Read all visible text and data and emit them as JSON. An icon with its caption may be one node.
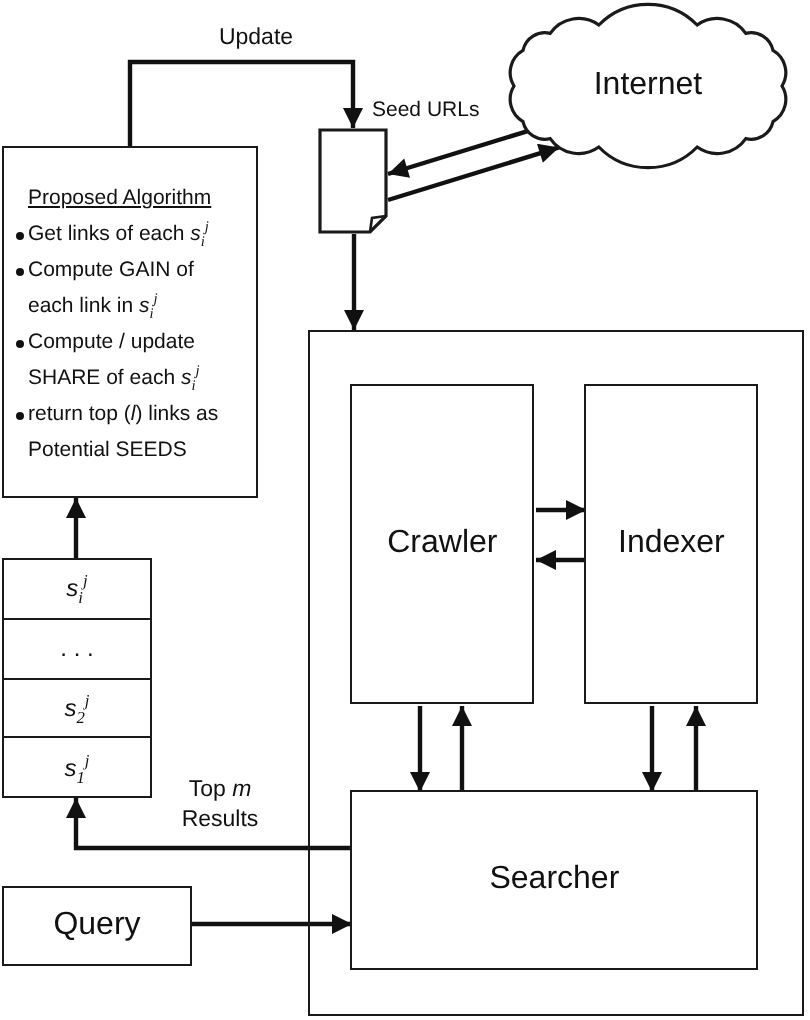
{
  "diagram": {
    "nodes": [
      {
        "text": [
          "Proposed Algorithm",
          "Get links of each *s*$_{i}$$^{j}$",
          "Compute GAIN of each link in *s*$_{i}$$^{j}$",
          "Compute / update SHARE of each *s*$_{i}$$^{j}$",
          "return top (*l*) links as Potential SEEDS"
        ]
      },
      {
        "text": [],
        "shape": "document",
        "beside": [
          "Seed URLs"
        ]
      },
      {
        "text": [
          "Internet"
        ]
      },
      {
        "text": [],
        "shape": "box"
      },
      {
        "text": [
          "Crawler"
        ],
        "in": 3
      },
      {
        "text": [
          "Indexer"
        ],
        "in": 3
      },
      {
        "text": [
          "Searcher"
        ],
        "in": 3
      },
      {
        "text": [
          "*s*$_{i}$$^{j}$",
          ". . .",
          "*s*$_{2}$$^{j}$",
          "*s*$_{1}$$^{j}$"
        ]
      },
      {
        "text": [
          "Query"
        ]
      }
    ],
    "edges": [
      {
        "from": 0,
        "to": 1,
        "arrow": "to",
        "label": "Update"
      },
      {
        "from": 2,
        "to": 1,
        "arrow": "to"
      },
      {
        "from": 1,
        "to": 2,
        "arrow": "to"
      },
      {
        "from": 1,
        "to": 3,
        "arrow": "to"
      },
      {
        "from": 4,
        "to": 5,
        "arrow": "to"
      },
      {
        "from": 5,
        "to": 4,
        "arrow": "to"
      },
      {
        "from": 4,
        "to": 6,
        "arrow": "to"
      },
      {
        "from": 6,
        "to": 4,
        "arrow": "to"
      },
      {
        "from": 5,
        "to": 6,
        "arrow": "to"
      },
      {
        "from": 6,
        "to": 5,
        "arrow": "to"
      },
      {
        "from": 6,
        "to": 7,
        "arrow": "to",
        "label": "Top *m* Results"
      },
      {
        "from": 7,
        "to": 0,
        "arrow": "to"
      },
      {
        "from": 8,
        "to": 6,
        "arrow": "to"
      }
    ]
  }
}
